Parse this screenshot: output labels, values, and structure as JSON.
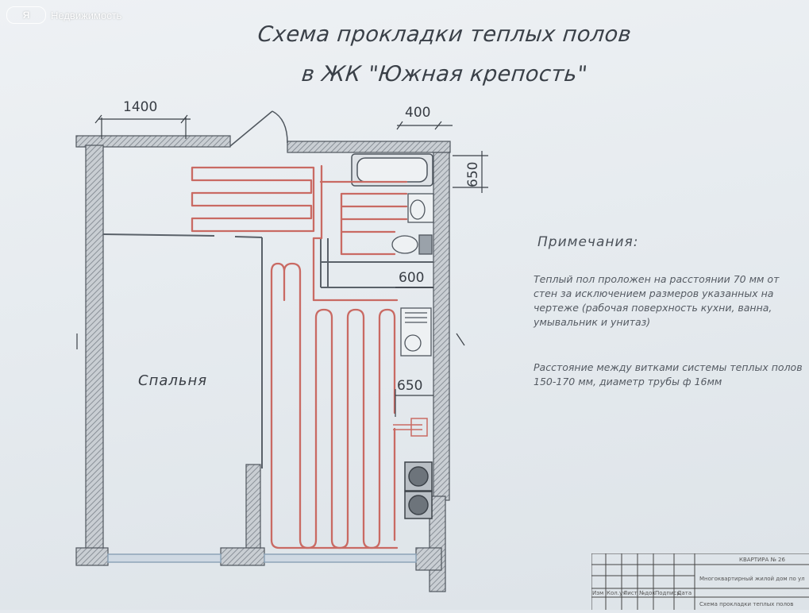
{
  "watermark": {
    "logo": "Я",
    "text": "Недвижимость"
  },
  "title": {
    "line1": "Схема прокладки теплых полов",
    "line2": "в ЖК \"Южная крепость\""
  },
  "dimensions": {
    "d1400": "1400",
    "d400": "400",
    "d650_top": "650",
    "d600": "600",
    "d650_mid": "650"
  },
  "rooms": {
    "bedroom": "Спальня"
  },
  "notes": {
    "heading": "Примечания:",
    "note1": "Теплый пол проложен на расстоянии 70 мм от стен за исключением размеров указанных на чертеже (рабочая поверхность кухни, ванна, умывальник и унитаз)",
    "note2": "Расстояние между витками системы теплых полов 150-170 мм, диаметр трубы ф 16мм"
  },
  "stamp": {
    "apartment": "КВАРТИРА № 26",
    "building": "Многоквартирный жилой дом по ул",
    "columns": [
      "Изм",
      "Кол.уч",
      "Лист",
      "№док",
      "Подпись",
      "Дата"
    ],
    "scheme": "Схема прокладки теплых полов"
  },
  "colors": {
    "pipe": "#c96a63",
    "wall": "#5d646c",
    "line": "#4f565e"
  }
}
